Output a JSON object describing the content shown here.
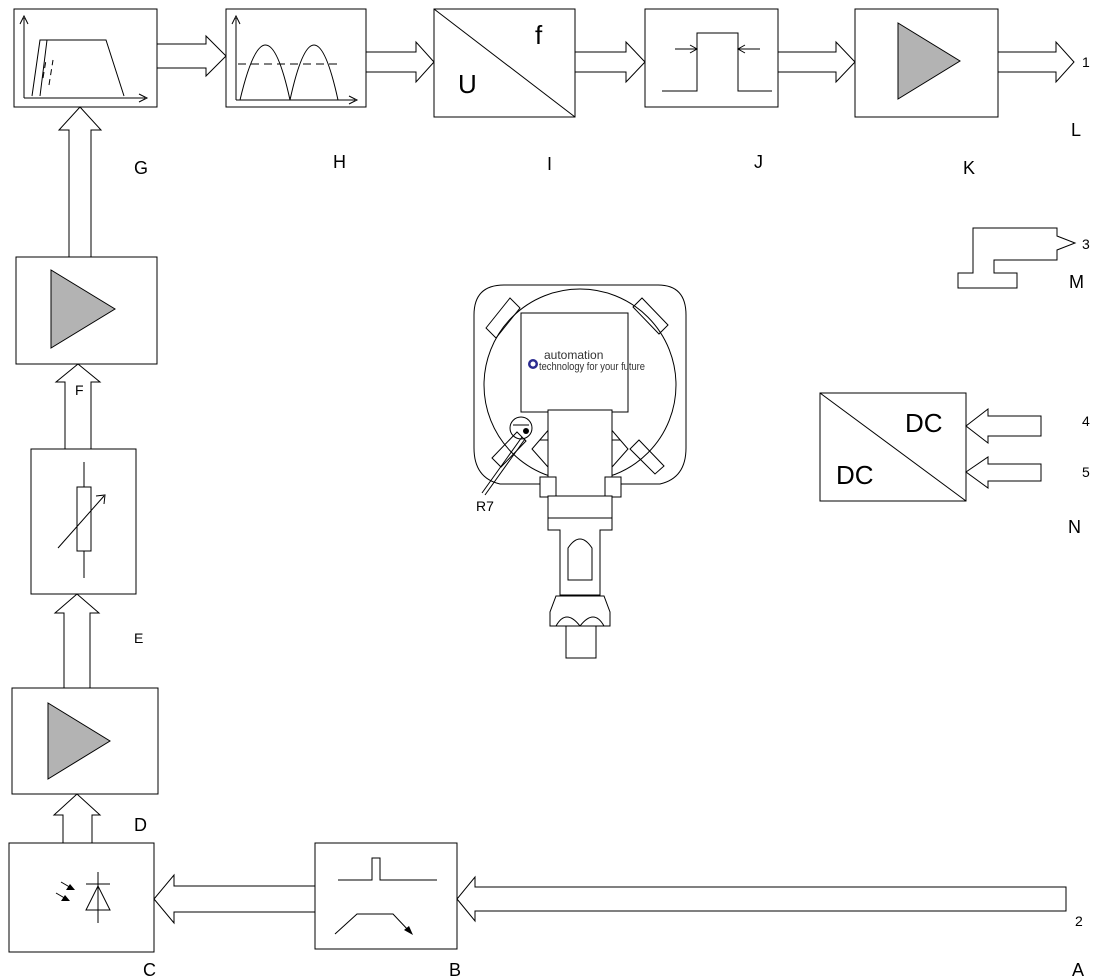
{
  "labels": {
    "A": "A",
    "B": "B",
    "C": "C",
    "D": "D",
    "E": "E",
    "F": "F",
    "G": "G",
    "H": "H",
    "I": "I",
    "J": "J",
    "K": "K",
    "L": "L",
    "M": "M",
    "N": "N"
  },
  "terminals": {
    "t1": "1",
    "t2": "2",
    "t3": "3",
    "t4": "4",
    "t5": "5"
  },
  "converter_uf": {
    "input": "U",
    "output": "f"
  },
  "converter_dc": {
    "input": "DC",
    "output": "DC"
  },
  "device": {
    "logo_line1": "automation",
    "logo_line2": "technology for your future",
    "pot_label": "R7"
  },
  "colors": {
    "amplifier_fill": "#b3b3b3",
    "line": "#000000",
    "background": "#ffffff"
  }
}
